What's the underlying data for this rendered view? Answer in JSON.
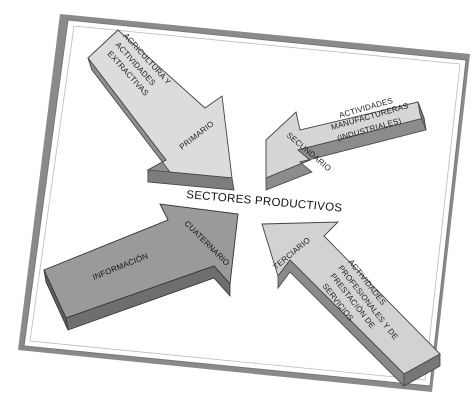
{
  "diagram": {
    "title": "SECTORES PRODUCTIVOS",
    "arrows": [
      {
        "sector": "PRIMARIO",
        "lines": [
          "AGRICULTURA Y",
          "ACTIVIDADES",
          "EXTRACTIVAS"
        ]
      },
      {
        "sector": "SECUNDARIO",
        "lines": [
          "ACTIVIDADES",
          "MANUFACTURERAS",
          "(INDUSTRIALES)"
        ]
      },
      {
        "sector": "CUATERNARIO",
        "lines": [
          "INFORMACIÓN"
        ]
      },
      {
        "sector": "TERCIARIO",
        "lines": [
          "ACTIVIDADES",
          "PROFESIONALES Y DE",
          "PRESTACIÓN DE",
          "SERVICIOS"
        ]
      }
    ]
  }
}
